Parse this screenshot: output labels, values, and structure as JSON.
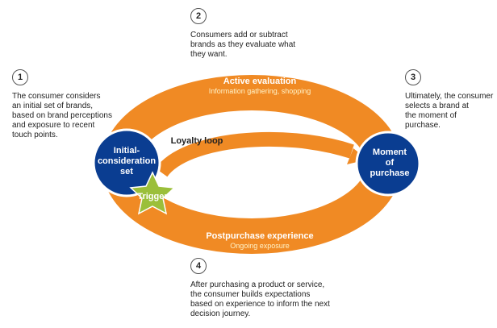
{
  "steps": [
    {
      "number": "1",
      "text": "The consumer considers\nan initial set of brands,\nbased on brand perceptions\nand exposure to recent\ntouch points."
    },
    {
      "number": "2",
      "text": "Consumers add or subtract\nbrands as they evaluate what\nthey want."
    },
    {
      "number": "3",
      "text": "Ultimately, the consumer\nselects a brand at\nthe moment of purchase."
    },
    {
      "number": "4",
      "text": "After purchasing a product or service,\nthe consumer builds expectations\nbased on experience to inform the next\ndecision journey."
    }
  ],
  "loop": {
    "active_title": "Active evaluation",
    "active_subtitle": "Information gathering, shopping",
    "post_title": "Postpurchase experience",
    "post_subtitle": "Ongoing exposure",
    "loyalty": "Loyalty loop"
  },
  "nodes": {
    "initial": [
      "Initial-",
      "consideration",
      "set"
    ],
    "moment": [
      "Moment",
      "of",
      "purchase"
    ],
    "trigger": "Trigger"
  },
  "colors": {
    "loop_orange": "#F08A24",
    "node_blue": "#0A3D91",
    "trigger_green": "#9BBF3A",
    "loop_text": "#FFFFFF",
    "subtitle_text": "#FFF3C8"
  }
}
